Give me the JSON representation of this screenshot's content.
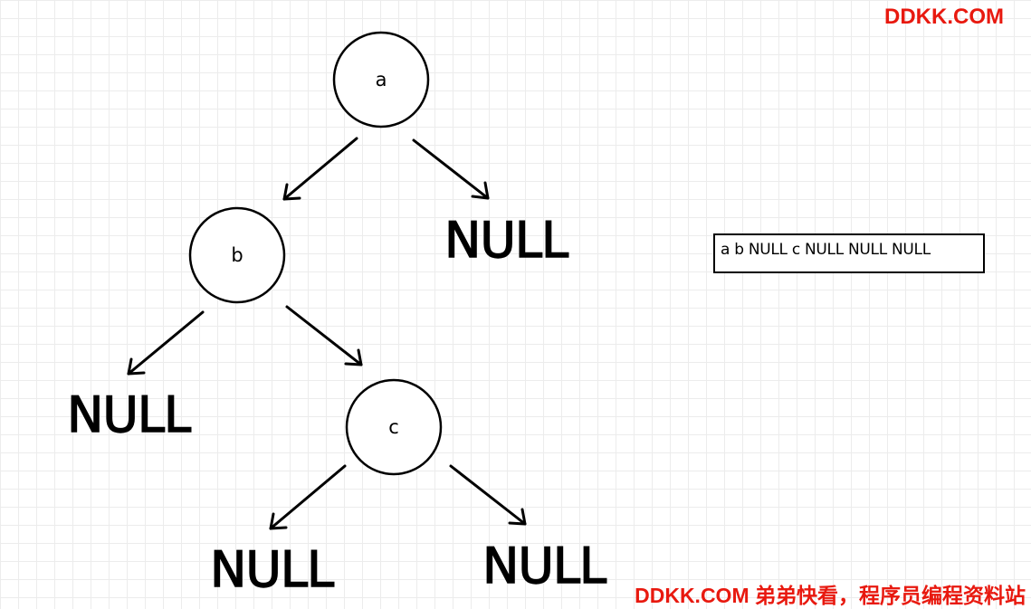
{
  "watermark": {
    "top": "DDKK.COM",
    "bottom": "DDKK.COM 弟弟快看，程序员编程资料站",
    "color": "#e8190f"
  },
  "tree": {
    "nodes": {
      "a": "a",
      "b": "b",
      "c": "c"
    },
    "null_labels": {
      "a_right": "NULL",
      "b_left": "NULL",
      "c_left": "NULL",
      "c_right": "NULL"
    },
    "edges": [
      {
        "from": "a",
        "to": "b"
      },
      {
        "from": "a",
        "to": "NULL (right of a)"
      },
      {
        "from": "b",
        "to": "NULL (left of b)"
      },
      {
        "from": "b",
        "to": "c"
      },
      {
        "from": "c",
        "to": "NULL (left of c)"
      },
      {
        "from": "c",
        "to": "NULL (right of c)"
      }
    ]
  },
  "output": {
    "sequence": "a b NULL c NULL NULL NULL"
  }
}
